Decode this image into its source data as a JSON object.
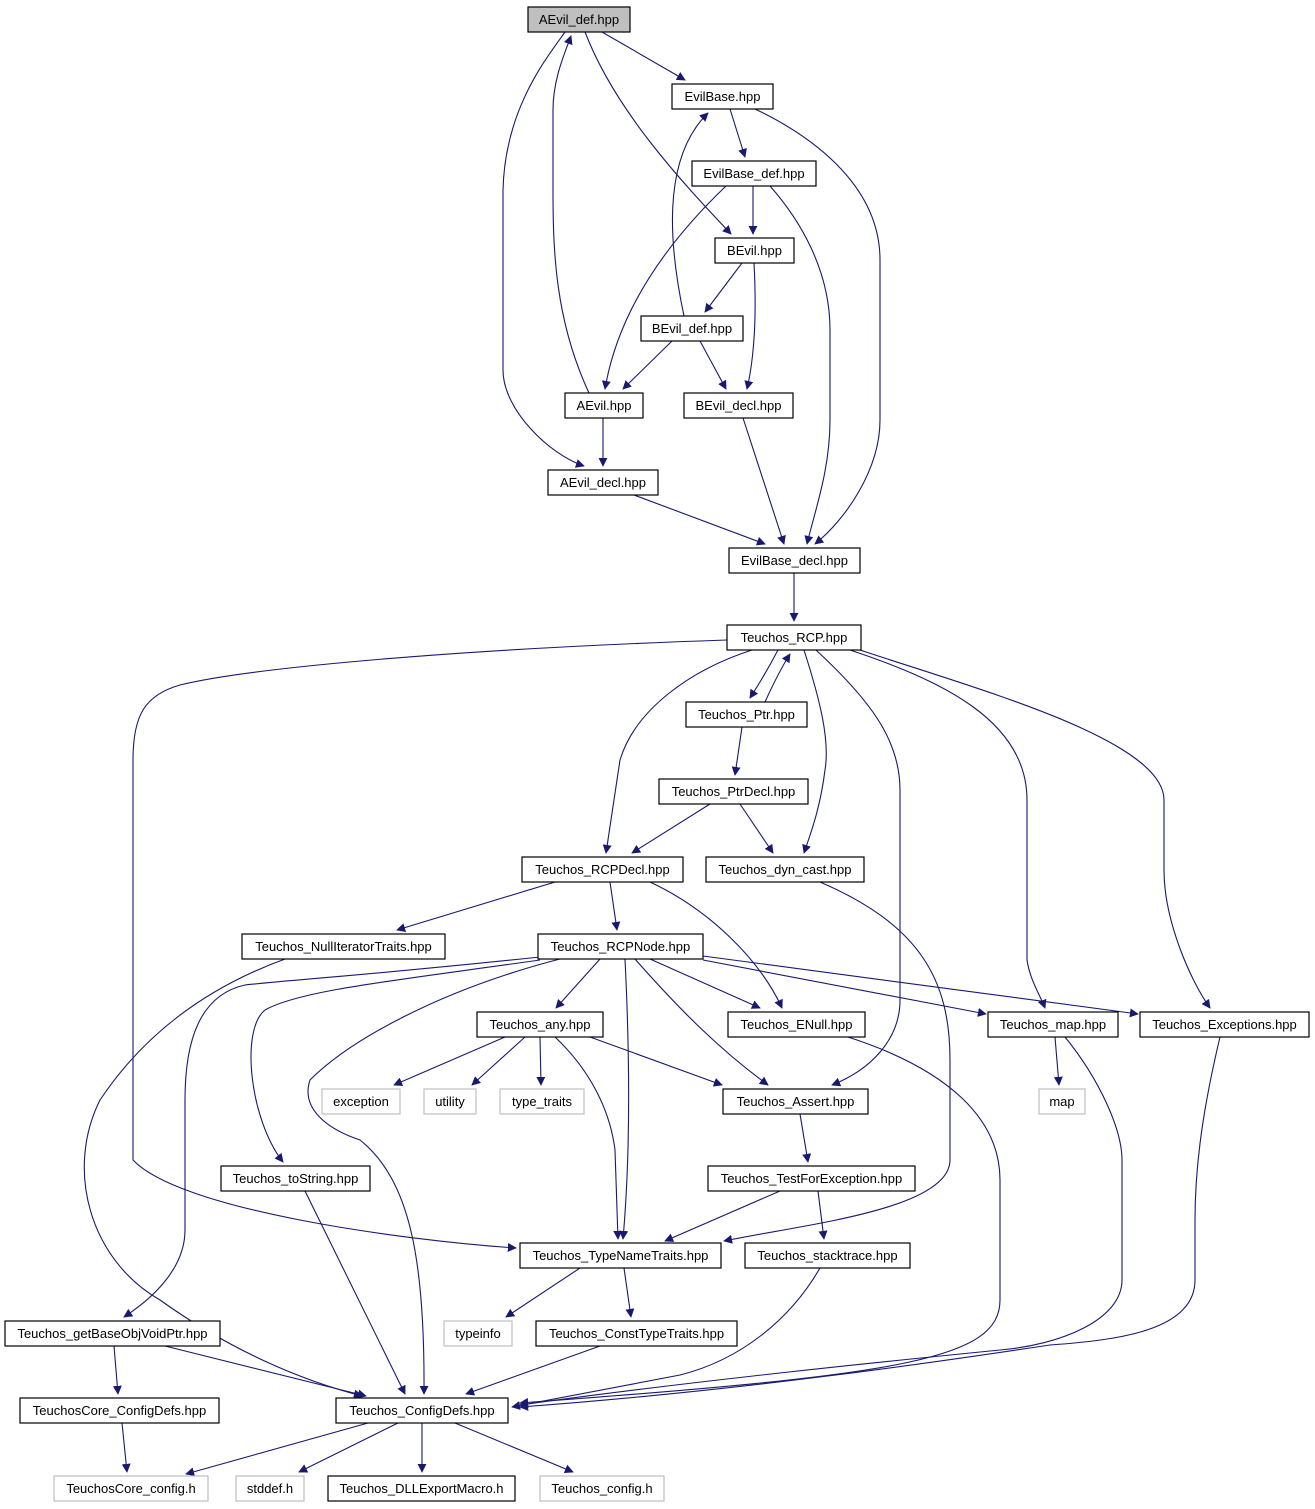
{
  "nodes": [
    {
      "id": "aevil_def",
      "label": "AEvil_def.hpp",
      "kind": "root"
    },
    {
      "id": "evilbase",
      "label": "EvilBase.hpp",
      "kind": "file"
    },
    {
      "id": "evilbase_def",
      "label": "EvilBase_def.hpp",
      "kind": "file"
    },
    {
      "id": "bevil",
      "label": "BEvil.hpp",
      "kind": "file"
    },
    {
      "id": "bevil_def",
      "label": "BEvil_def.hpp",
      "kind": "file"
    },
    {
      "id": "aevil",
      "label": "AEvil.hpp",
      "kind": "file"
    },
    {
      "id": "bevil_decl",
      "label": "BEvil_decl.hpp",
      "kind": "file"
    },
    {
      "id": "aevil_decl",
      "label": "AEvil_decl.hpp",
      "kind": "file"
    },
    {
      "id": "evilbase_decl",
      "label": "EvilBase_decl.hpp",
      "kind": "file"
    },
    {
      "id": "rcp",
      "label": "Teuchos_RCP.hpp",
      "kind": "file"
    },
    {
      "id": "ptr",
      "label": "Teuchos_Ptr.hpp",
      "kind": "file"
    },
    {
      "id": "ptrdecl",
      "label": "Teuchos_PtrDecl.hpp",
      "kind": "file"
    },
    {
      "id": "rcpdecl",
      "label": "Teuchos_RCPDecl.hpp",
      "kind": "file"
    },
    {
      "id": "dyncast",
      "label": "Teuchos_dyn_cast.hpp",
      "kind": "file"
    },
    {
      "id": "nulliter",
      "label": "Teuchos_NullIteratorTraits.hpp",
      "kind": "file"
    },
    {
      "id": "rcpnode",
      "label": "Teuchos_RCPNode.hpp",
      "kind": "file"
    },
    {
      "id": "any",
      "label": "Teuchos_any.hpp",
      "kind": "file"
    },
    {
      "id": "enull",
      "label": "Teuchos_ENull.hpp",
      "kind": "file"
    },
    {
      "id": "map_hpp",
      "label": "Teuchos_map.hpp",
      "kind": "file"
    },
    {
      "id": "exceptions",
      "label": "Teuchos_Exceptions.hpp",
      "kind": "file"
    },
    {
      "id": "exception",
      "label": "exception",
      "kind": "ext"
    },
    {
      "id": "utility",
      "label": "utility",
      "kind": "ext"
    },
    {
      "id": "type_traits",
      "label": "type_traits",
      "kind": "ext"
    },
    {
      "id": "assert",
      "label": "Teuchos_Assert.hpp",
      "kind": "file"
    },
    {
      "id": "map",
      "label": "map",
      "kind": "ext"
    },
    {
      "id": "tostring",
      "label": "Teuchos_toString.hpp",
      "kind": "file"
    },
    {
      "id": "testforexc",
      "label": "Teuchos_TestForException.hpp",
      "kind": "file"
    },
    {
      "id": "typename",
      "label": "Teuchos_TypeNameTraits.hpp",
      "kind": "file"
    },
    {
      "id": "stacktrace",
      "label": "Teuchos_stacktrace.hpp",
      "kind": "file"
    },
    {
      "id": "getbase",
      "label": "Teuchos_getBaseObjVoidPtr.hpp",
      "kind": "file"
    },
    {
      "id": "typeinfo",
      "label": "typeinfo",
      "kind": "ext"
    },
    {
      "id": "consttype",
      "label": "Teuchos_ConstTypeTraits.hpp",
      "kind": "file"
    },
    {
      "id": "coreconfigdefs",
      "label": "TeuchosCore_ConfigDefs.hpp",
      "kind": "file"
    },
    {
      "id": "configdefs",
      "label": "Teuchos_ConfigDefs.hpp",
      "kind": "file"
    },
    {
      "id": "coreconfig_h",
      "label": "TeuchosCore_config.h",
      "kind": "ext"
    },
    {
      "id": "stddef",
      "label": "stddef.h",
      "kind": "ext"
    },
    {
      "id": "dllexport",
      "label": "Teuchos_DLLExportMacro.h",
      "kind": "file"
    },
    {
      "id": "config_h",
      "label": "Teuchos_config.h",
      "kind": "ext"
    }
  ],
  "edges": [
    [
      "aevil_def",
      "evilbase"
    ],
    [
      "aevil_def",
      "bevil"
    ],
    [
      "aevil_def",
      "aevil_decl"
    ],
    [
      "evilbase",
      "evilbase_def"
    ],
    [
      "evilbase",
      "evilbase_decl"
    ],
    [
      "evilbase_def",
      "bevil"
    ],
    [
      "evilbase_def",
      "aevil"
    ],
    [
      "evilbase_def",
      "evilbase_decl"
    ],
    [
      "bevil",
      "bevil_def"
    ],
    [
      "bevil",
      "bevil_decl"
    ],
    [
      "bevil_def",
      "evilbase"
    ],
    [
      "bevil_def",
      "aevil"
    ],
    [
      "bevil_def",
      "bevil_decl"
    ],
    [
      "aevil",
      "aevil_def"
    ],
    [
      "aevil",
      "aevil_decl"
    ],
    [
      "bevil_decl",
      "evilbase_decl"
    ],
    [
      "aevil_decl",
      "evilbase_decl"
    ],
    [
      "evilbase_decl",
      "rcp"
    ],
    [
      "rcp",
      "ptr"
    ],
    [
      "rcp",
      "rcpdecl"
    ],
    [
      "rcp",
      "dyncast"
    ],
    [
      "rcp",
      "assert"
    ],
    [
      "rcp",
      "map_hpp"
    ],
    [
      "rcp",
      "exceptions"
    ],
    [
      "rcp",
      "typename"
    ],
    [
      "ptr",
      "rcp"
    ],
    [
      "ptr",
      "ptrdecl"
    ],
    [
      "ptrdecl",
      "rcpdecl"
    ],
    [
      "ptrdecl",
      "dyncast"
    ],
    [
      "rcpdecl",
      "nulliter"
    ],
    [
      "rcpdecl",
      "rcpnode"
    ],
    [
      "rcpdecl",
      "enull"
    ],
    [
      "dyncast",
      "typename"
    ],
    [
      "nulliter",
      "configdefs"
    ],
    [
      "rcpnode",
      "any"
    ],
    [
      "rcpnode",
      "enull"
    ],
    [
      "rcpnode",
      "assert"
    ],
    [
      "rcpnode",
      "map_hpp"
    ],
    [
      "rcpnode",
      "exceptions"
    ],
    [
      "rcpnode",
      "typename"
    ],
    [
      "rcpnode",
      "tostring"
    ],
    [
      "rcpnode",
      "getbase"
    ],
    [
      "rcpnode",
      "configdefs"
    ],
    [
      "any",
      "exception"
    ],
    [
      "any",
      "utility"
    ],
    [
      "any",
      "type_traits"
    ],
    [
      "any",
      "assert"
    ],
    [
      "any",
      "typename"
    ],
    [
      "enull",
      "configdefs"
    ],
    [
      "map_hpp",
      "map"
    ],
    [
      "map_hpp",
      "configdefs"
    ],
    [
      "exceptions",
      "configdefs"
    ],
    [
      "assert",
      "testforexc"
    ],
    [
      "testforexc",
      "typename"
    ],
    [
      "testforexc",
      "stacktrace"
    ],
    [
      "tostring",
      "configdefs"
    ],
    [
      "typename",
      "typeinfo"
    ],
    [
      "typename",
      "consttype"
    ],
    [
      "stacktrace",
      "configdefs"
    ],
    [
      "consttype",
      "configdefs"
    ],
    [
      "getbase",
      "coreconfigdefs"
    ],
    [
      "getbase",
      "configdefs"
    ],
    [
      "coreconfigdefs",
      "coreconfig_h"
    ],
    [
      "configdefs",
      "coreconfig_h"
    ],
    [
      "configdefs",
      "stddef"
    ],
    [
      "configdefs",
      "dllexport"
    ],
    [
      "configdefs",
      "config_h"
    ]
  ]
}
